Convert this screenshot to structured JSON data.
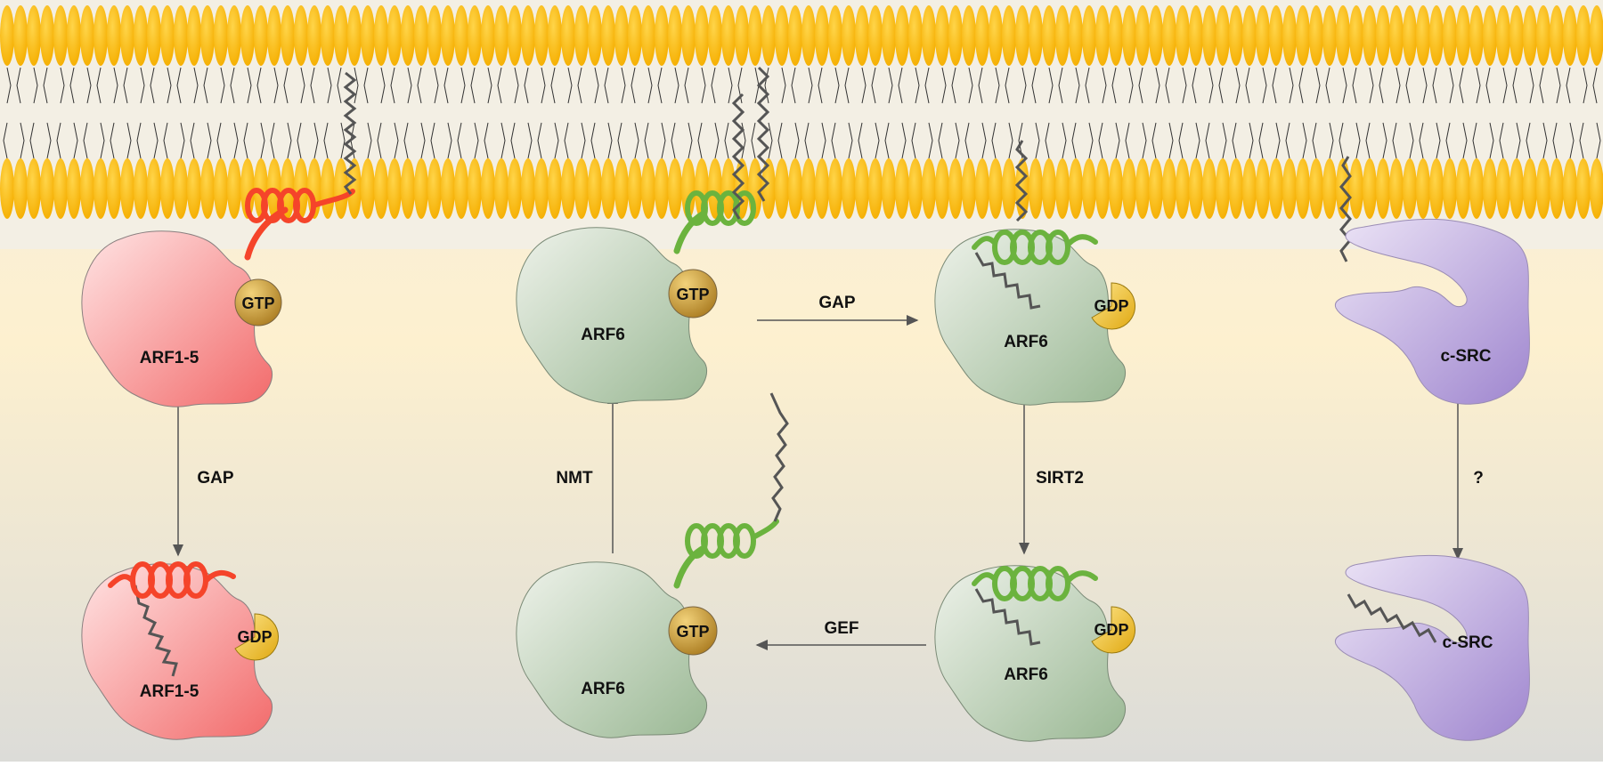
{
  "colors": {
    "membrane_head": "#ffbf00",
    "arf1_protein": "#f58080",
    "arf6_protein": "#b4c8b0",
    "csrc_protein": "#b8a4d8",
    "gtp": "#c9a032",
    "gdp": "#f1c232",
    "helix_red": "#f5442a",
    "helix_green": "#6bb33e",
    "lipid_tail": "#555555",
    "arrow": "#555555"
  },
  "proteins": {
    "arf1_top": "ARF1-5",
    "arf1_bottom": "ARF1-5",
    "arf6_membrane_gtp": "ARF6",
    "arf6_membrane_gdp": "ARF6",
    "arf6_cytosol_gtp": "ARF6",
    "arf6_cytosol_gdp": "ARF6",
    "csrc_top": "c-SRC",
    "csrc_bottom": "c-SRC"
  },
  "nucleotides": {
    "arf1_top": "GTP",
    "arf1_bottom": "GDP",
    "arf6_membrane_gtp": "GTP",
    "arf6_membrane_gdp": "GDP",
    "arf6_cytosol_gtp": "GTP",
    "arf6_cytosol_gdp": "GDP"
  },
  "arrows": {
    "arf1_gap": "GAP",
    "arf6_gap": "GAP",
    "arf6_sirt2": "SIRT2",
    "arf6_gef": "GEF",
    "arf6_nmt": "NMT",
    "csrc_unknown": "?"
  }
}
